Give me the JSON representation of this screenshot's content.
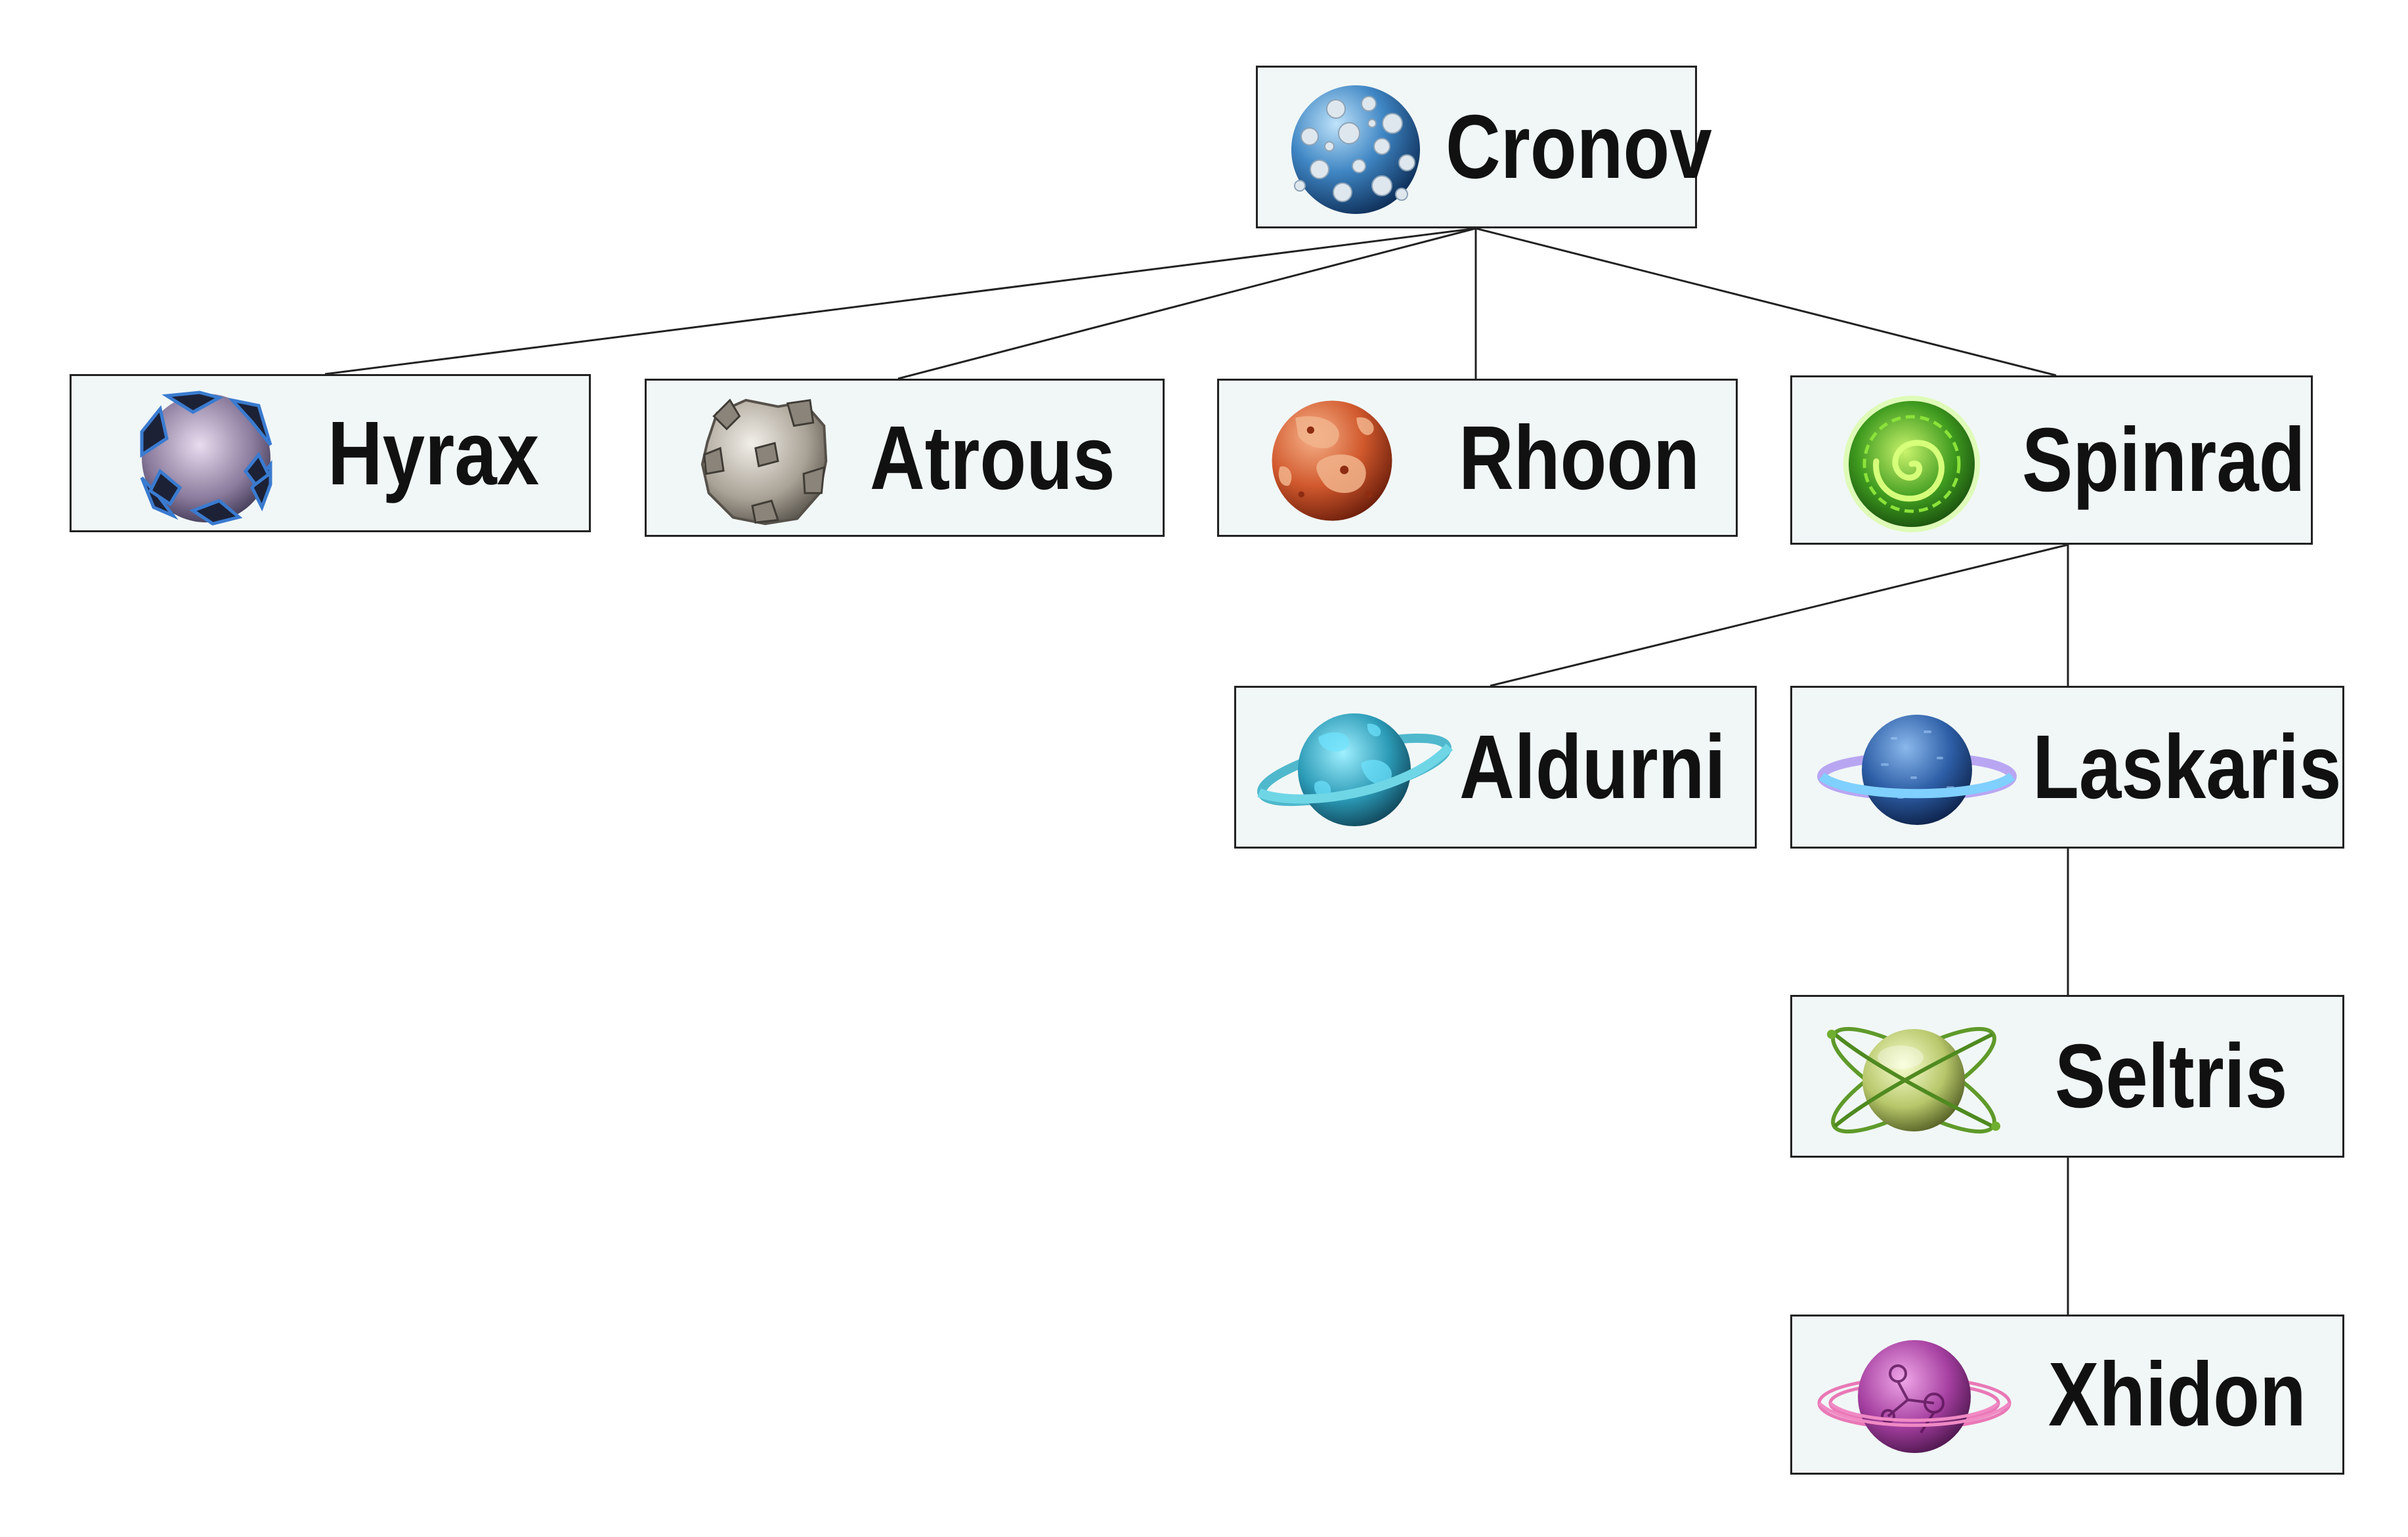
{
  "diagram": {
    "type": "tree",
    "nodes": [
      {
        "id": "cronov",
        "label": "Cronov",
        "icon": "blue-moon-planet-icon",
        "parent": null
      },
      {
        "id": "hyrax",
        "label": "Hyrax",
        "icon": "cracked-shell-planet-icon",
        "parent": "cronov"
      },
      {
        "id": "atrous",
        "label": "Atrous",
        "icon": "rock-asteroid-icon",
        "parent": "cronov"
      },
      {
        "id": "rhoon",
        "label": "Rhoon",
        "icon": "red-mars-planet-icon",
        "parent": "cronov"
      },
      {
        "id": "spinrad",
        "label": "Spinrad",
        "icon": "green-spiral-planet-icon",
        "parent": "cronov"
      },
      {
        "id": "aldurni",
        "label": "Aldurni",
        "icon": "teal-ringed-planet-icon",
        "parent": "spinrad"
      },
      {
        "id": "laskaris",
        "label": "Laskaris",
        "icon": "blue-ringed-planet-icon",
        "parent": "spinrad"
      },
      {
        "id": "seltris",
        "label": "Seltris",
        "icon": "green-orbit-planet-icon",
        "parent": "laskaris"
      },
      {
        "id": "xhidon",
        "label": "Xhidon",
        "icon": "purple-ringed-planet-icon",
        "parent": "seltris"
      }
    ]
  }
}
